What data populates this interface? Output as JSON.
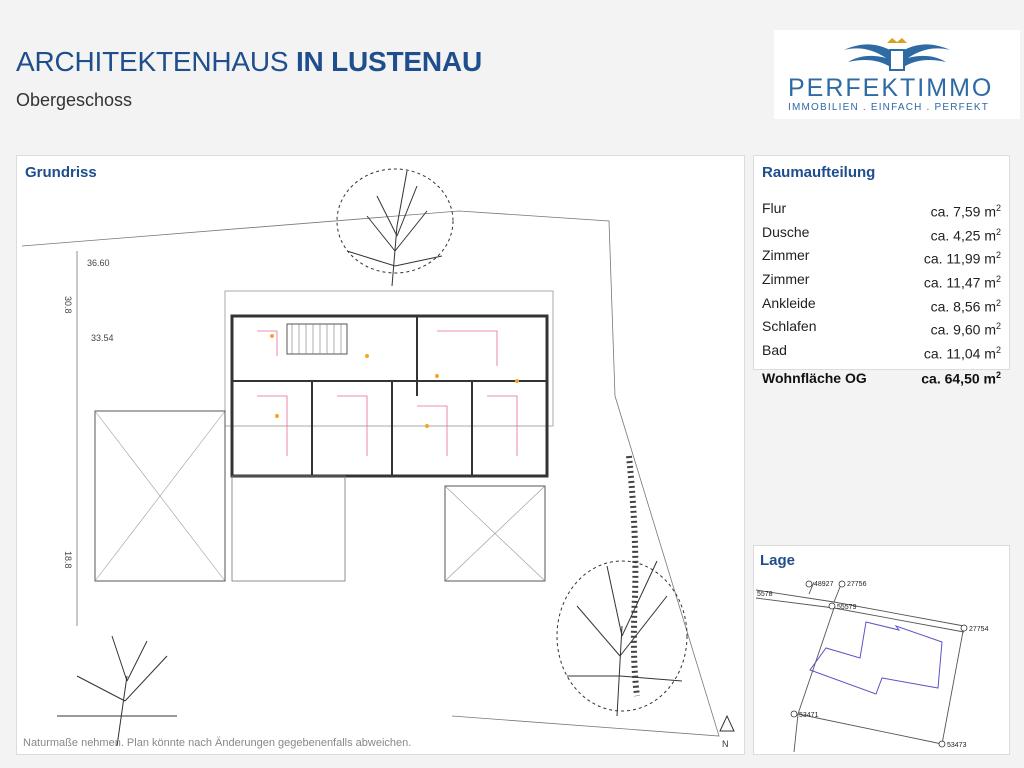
{
  "header": {
    "title_regular": "ARCHITEKTENHAUS ",
    "title_bold": "IN LUSTENAU",
    "subtitle": "Obergeschoss"
  },
  "logo": {
    "name": "PERFEKTIMMO",
    "tagline": "IMMOBILIEN . EINFACH . PERFEKT",
    "accent_color": "#2e6aa4"
  },
  "plan": {
    "heading": "Grundriss",
    "note": "Naturmaße nehmen. Plan könnte nach Änderungen gegebenenfalls abweichen.",
    "dim_labels": [
      "36.60",
      "30.8",
      "33.54",
      "18.8"
    ]
  },
  "rooms": {
    "heading": "Raumaufteilung",
    "items": [
      {
        "name": "Flur",
        "area": "ca. 7,59 m",
        "unit_sup": "2"
      },
      {
        "name": "Dusche",
        "area": "ca. 4,25 m",
        "unit_sup": "2"
      },
      {
        "name": "Zimmer",
        "area": "ca. 11,99 m",
        "unit_sup": "2"
      },
      {
        "name": "Zimmer",
        "area": "ca. 11,47 m",
        "unit_sup": "2"
      },
      {
        "name": "Ankleide",
        "area": "ca. 8,56 m",
        "unit_sup": "2"
      },
      {
        "name": "Schlafen",
        "area": "ca. 9,60 m",
        "unit_sup": "2"
      },
      {
        "name": "Bad",
        "area": "ca. 11,04 m",
        "unit_sup": "2"
      }
    ],
    "total_label": "Wohnfläche OG",
    "total_area": "ca. 64,50 m",
    "total_sup": "2"
  },
  "location": {
    "heading": "Lage",
    "parcels": [
      "48927",
      "27756",
      "5578",
      "55579",
      "27754",
      "53471",
      "53473"
    ]
  }
}
